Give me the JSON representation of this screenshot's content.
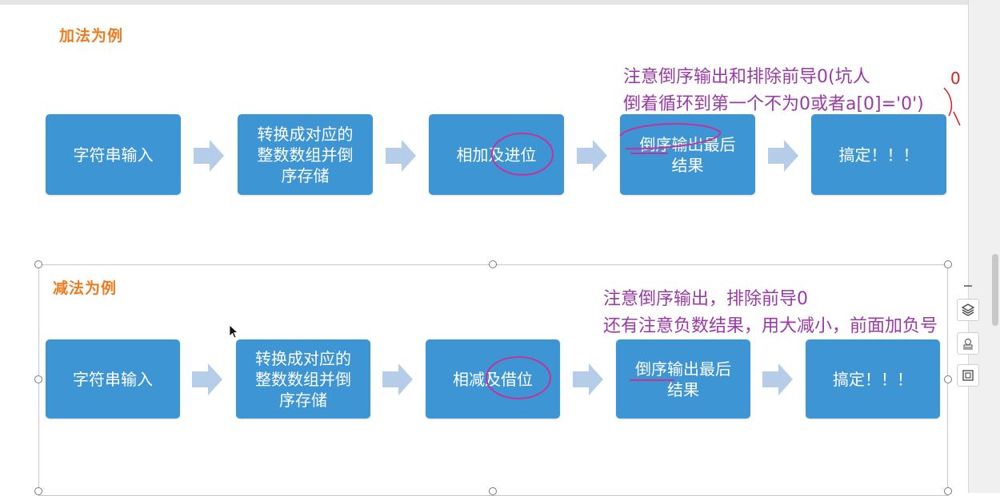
{
  "addition": {
    "title": "加法为例",
    "steps": [
      "字符串输入",
      "转换成对应的\n整数数组并倒\n序存储",
      "相加及进位",
      "倒序输出最后\n结果",
      "搞定！！！"
    ],
    "note_line1": "注意倒序输出和排除前导0(坑人",
    "note_line2": "倒着循环到第一个不为0或者a[0]='0')",
    "ink_zero": "0"
  },
  "subtraction": {
    "title": "减法为例",
    "steps": [
      "字符串输入",
      "转换成对应的\n整数数组并倒\n序存储",
      "相减及借位",
      "倒序输出最后\n结果",
      "搞定！！！"
    ],
    "note_line1": "注意倒序输出，排除前导0",
    "note_line2": "还有注意负数结果，用大减小，前面加负号"
  },
  "colors": {
    "step_fill": "#3e95d4",
    "arrow_fill": "#b5cde8",
    "title_orange": "#f07a1e",
    "note_purple": "#9a3aa6",
    "ink_magenta": "#c2349a"
  },
  "icons": [
    "mouse-cursor-icon",
    "minus-icon",
    "layers-icon",
    "stamp-icon",
    "frame-icon"
  ]
}
